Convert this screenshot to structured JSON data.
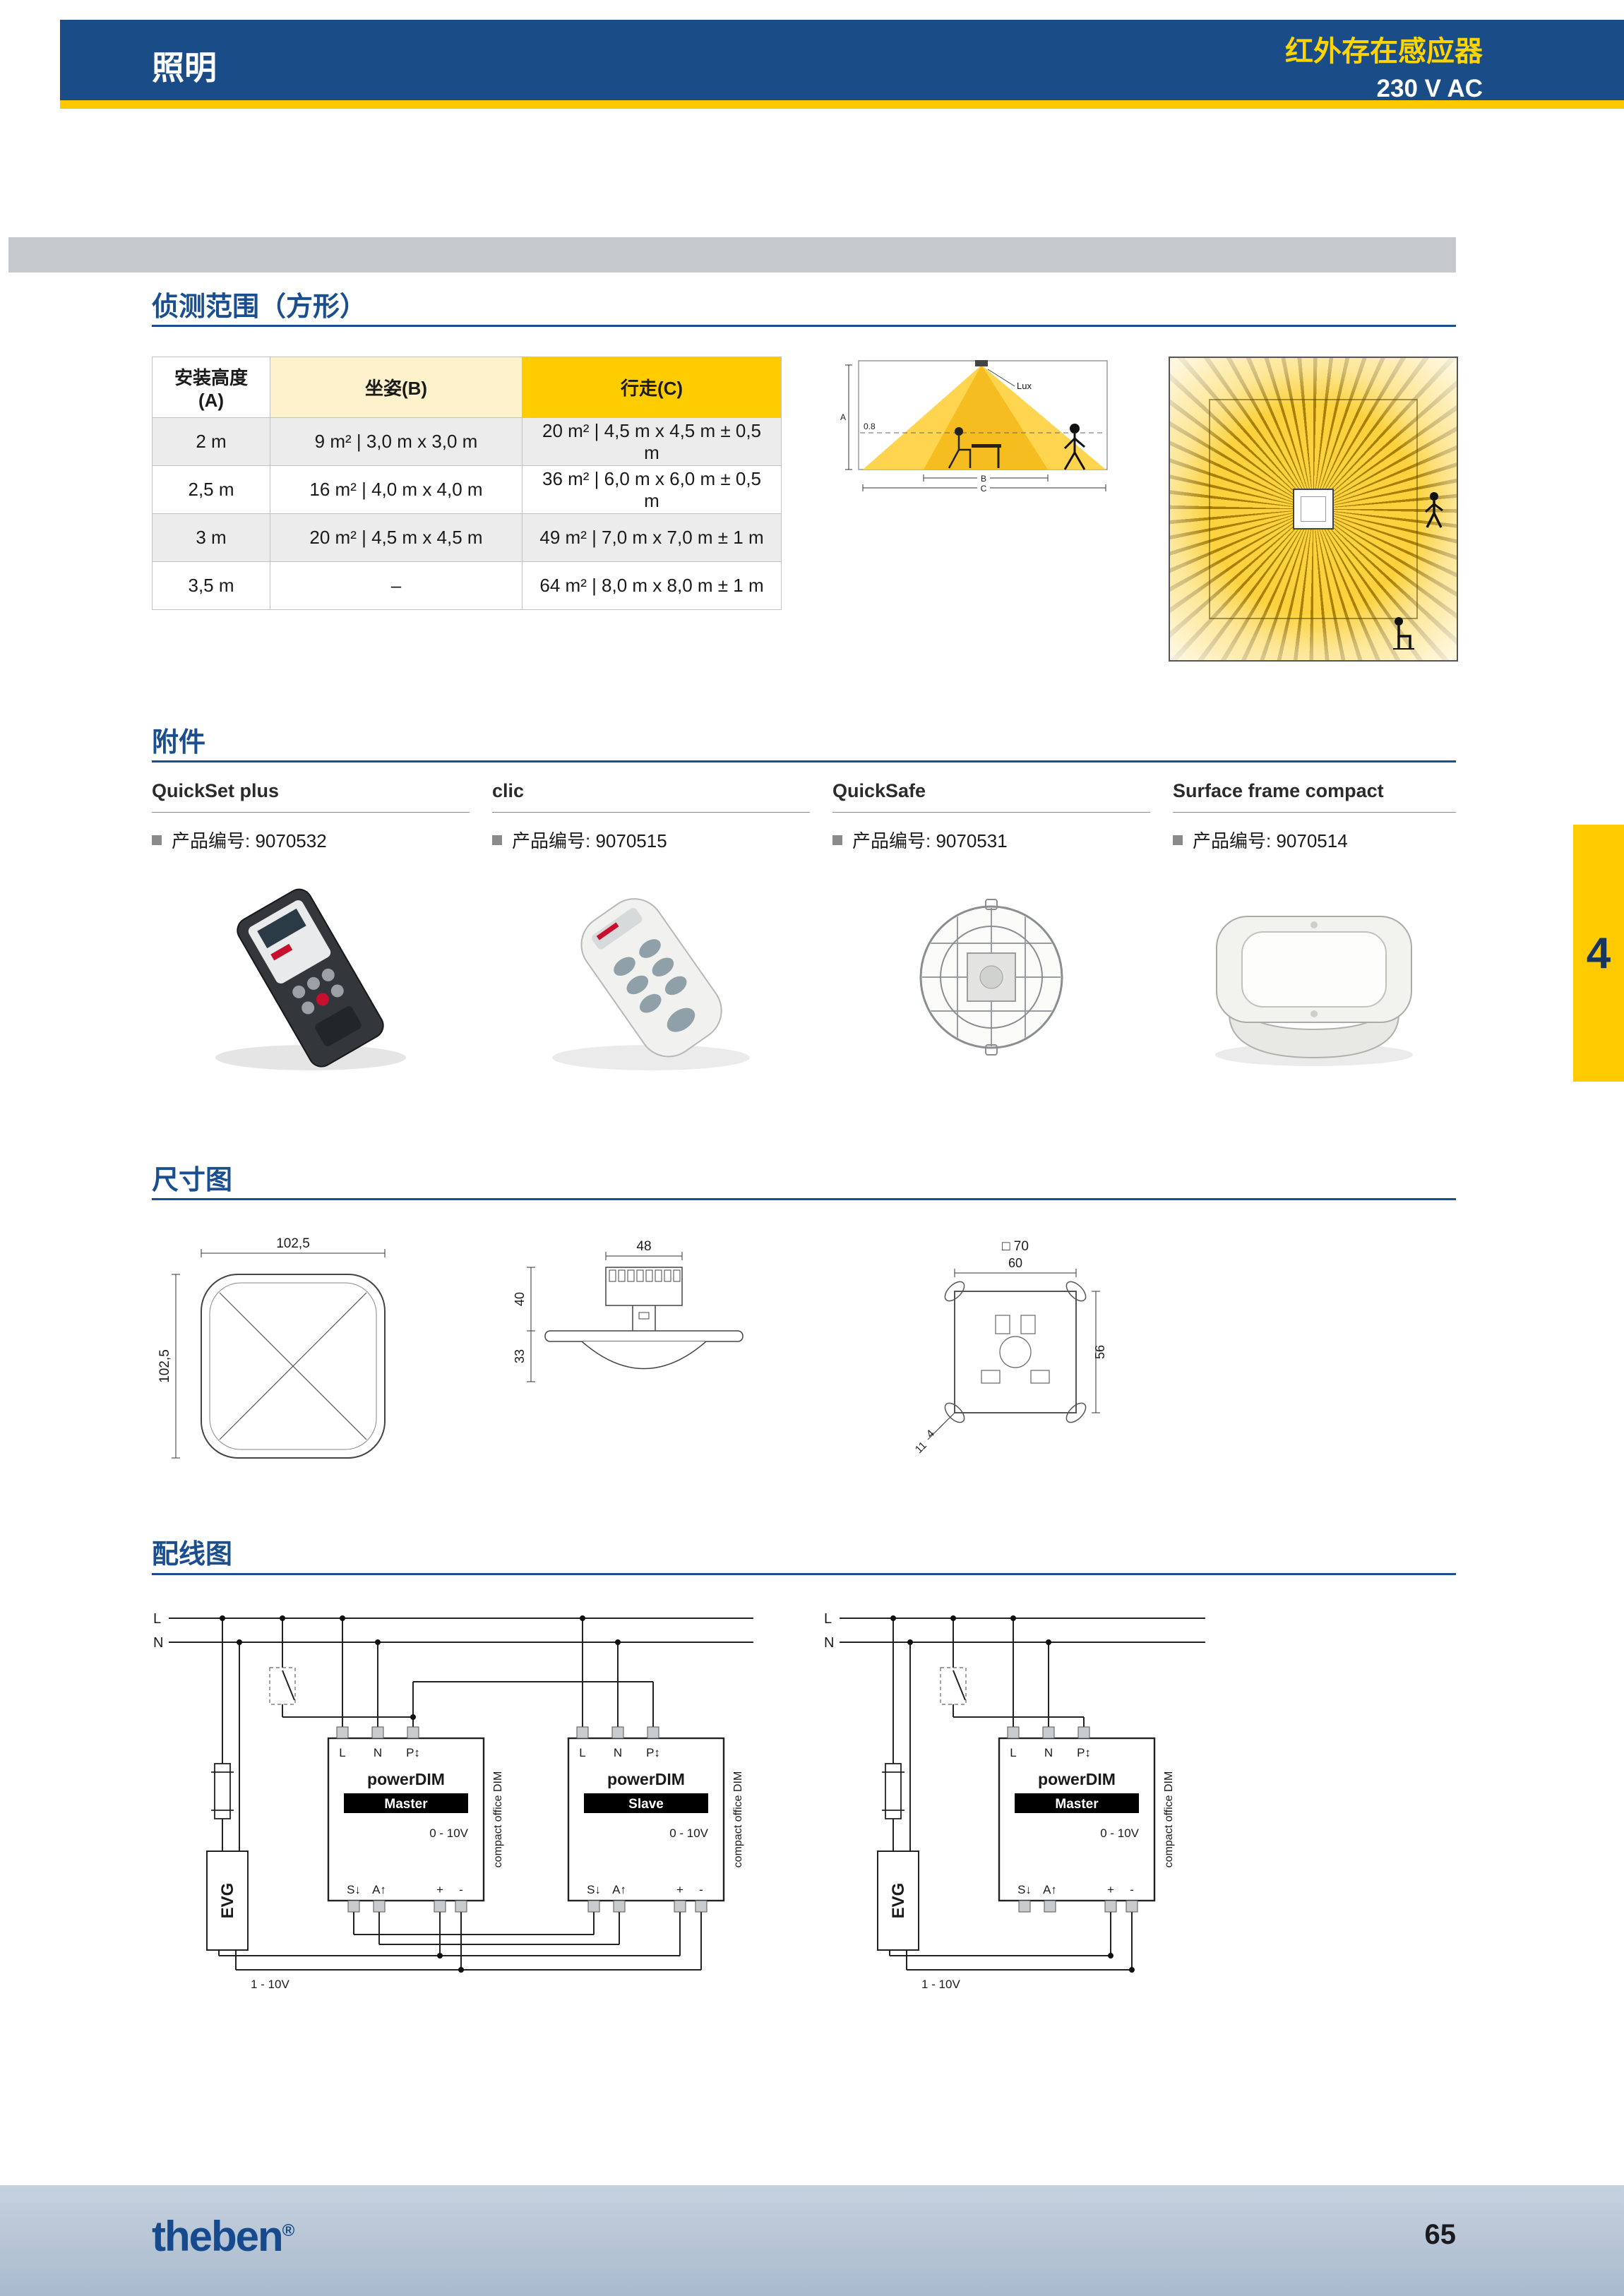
{
  "header": {
    "section": "照明",
    "product": "红外存在感应器",
    "voltage": "230 V AC"
  },
  "detection": {
    "title": "侦测范围（方形）",
    "table": {
      "col_height": "安装高度\n(A)",
      "col_sitting": "坐姿(B)",
      "col_walking": "行走(C)",
      "rows": [
        {
          "h": "2 m",
          "sit": "9 m² | 3,0 m x 3,0 m",
          "walk": "20 m² | 4,5 m x 4,5 m ± 0,5 m"
        },
        {
          "h": "2,5 m",
          "sit": "16 m² | 4,0 m x 4,0 m",
          "walk": "36 m² | 6,0 m x 6,0 m ± 0,5 m"
        },
        {
          "h": "3 m",
          "sit": "20 m² | 4,5 m x 4,5 m",
          "walk": "49 m² | 7,0 m x 7,0 m ± 1 m"
        },
        {
          "h": "3,5 m",
          "sit": "–",
          "walk": "64 m² | 8,0 m x 8,0 m ± 1 m"
        }
      ]
    },
    "diagram": {
      "lux": "Lux",
      "dim_a": "A",
      "dim_b": "B",
      "dim_c": "C",
      "height_08": "0.8"
    }
  },
  "accessories": {
    "title": "附件",
    "items": [
      {
        "name": "QuickSet plus",
        "sku": "产品编号: 9070532"
      },
      {
        "name": "clic",
        "sku": "产品编号: 9070515"
      },
      {
        "name": "QuickSafe",
        "sku": "产品编号: 9070531"
      },
      {
        "name": "Surface frame compact",
        "sku": "产品编号: 9070514"
      }
    ]
  },
  "chapter_tab": "4",
  "dimensions": {
    "title": "尺寸图",
    "front": {
      "width": "102,5",
      "height": "102,5"
    },
    "side": {
      "width": "48",
      "h1": "40",
      "h2": "33"
    },
    "back": {
      "square": "□ 70",
      "width": "60",
      "height": "56",
      "d1": "4",
      "d2": "11"
    }
  },
  "wiring": {
    "title": "配线图",
    "l": "L",
    "n": "N",
    "evg": "EVG",
    "powerdim": "powerDIM",
    "master": "Master",
    "slave": "Slave",
    "v010": "0 - 10V",
    "v110": "1 - 10V",
    "side_label": "compact office DIM",
    "term_l": "L",
    "term_n": "N",
    "term_p": "P↕",
    "term_s": "S↓",
    "term_a": "A↑",
    "term_plus": "+",
    "term_minus": "-"
  },
  "footer": {
    "logo": "theben",
    "reg": "®",
    "page": "65"
  }
}
